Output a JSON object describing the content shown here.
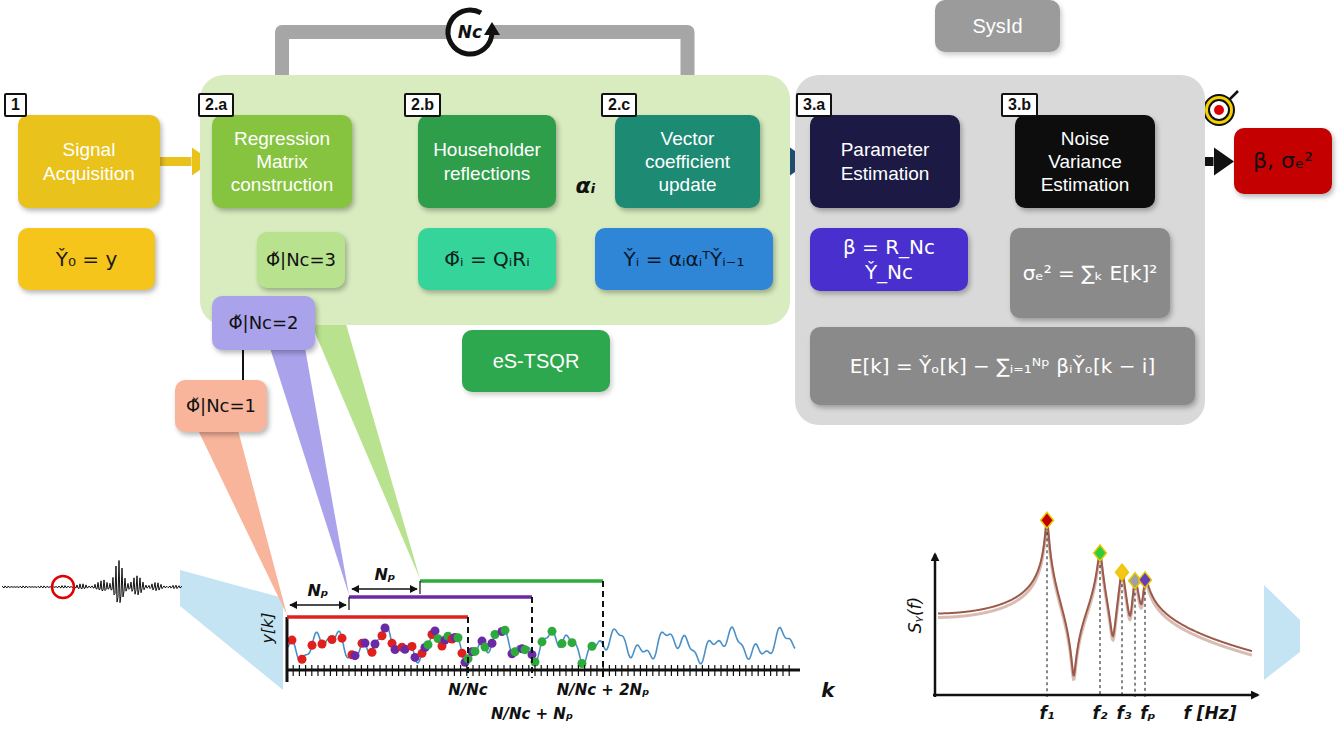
{
  "diagram": {
    "nodes": [
      {
        "text": [
          "1",
          "Signal Acquisition"
        ]
      },
      {
        "text": [
          "Y̌₀ = y"
        ]
      },
      {
        "text": [
          "eS-TSQR"
        ]
      },
      {
        "text": [
          "2.a",
          "Regression Matrix construction"
        ],
        "in": 2
      },
      {
        "text": [
          "2.b",
          "Householder reflections"
        ],
        "in": 2
      },
      {
        "text": [
          "2.c",
          "Vector coefficient update"
        ],
        "in": 2
      },
      {
        "text": [
          "Φ̃ᵢ = QᵢRᵢ"
        ],
        "in": 2
      },
      {
        "text": [
          "Y̌ᵢ = αᵢαᵢᵀY̌ᵢ₋₁"
        ],
        "in": 2
      },
      {
        "text": [
          "SysId"
        ]
      },
      {
        "text": [
          "3.a",
          "Parameter Estimation"
        ],
        "in": 8
      },
      {
        "text": [
          "3.b",
          "Noise Variance Estimation"
        ],
        "in": 8
      },
      {
        "text": [
          "β = R_Nc Y̌_Nc"
        ],
        "in": 8
      },
      {
        "text": [
          "σₑ² = ∑ₖ E[k]²"
        ],
        "in": 8
      },
      {
        "text": [
          "E[k] = Y̌ₒ[k] − ∑ᵢ₌₁ᴺᵖ βᵢY̌ₒ[k − i]"
        ],
        "in": 8
      },
      {
        "text": [
          "β, σₑ²"
        ]
      },
      {
        "text": [
          "Φ̌|Nc=3"
        ]
      },
      {
        "text": [
          "Φ̌|Nc=2"
        ]
      },
      {
        "text": [
          "Φ̌|Nc=1"
        ]
      }
    ],
    "edges": [
      {
        "from": 0,
        "to": 3,
        "arrow": "to"
      },
      {
        "from": 3,
        "to": 4,
        "arrow": "to"
      },
      {
        "from": 4,
        "to": 5,
        "arrow": "to",
        "label": "αᵢ"
      },
      {
        "from": 5,
        "to": 3,
        "arrow": "to"
      },
      {
        "from": 5,
        "to": 9,
        "arrow": "to"
      },
      {
        "from": 9,
        "to": 10,
        "arrow": "to"
      },
      {
        "from": 10,
        "to": 14,
        "arrow": "to"
      },
      {
        "from": 15,
        "to": 3,
        "arrow": "to"
      },
      {
        "from": 16,
        "to": 3,
        "arrow": "to"
      },
      {
        "from": 17,
        "to": 3,
        "arrow": "to"
      }
    ],
    "labels": [
      "Nc",
      "y[k]",
      "k",
      "Nₚ",
      "Nₚ",
      "N/Nc",
      "N/Nc + Nₚ",
      "N/Nc + 2Nₚ",
      "Sᵧ(f)",
      "f₁",
      "f₂",
      "f₃",
      "fₚ",
      "f [Hz]"
    ]
  }
}
